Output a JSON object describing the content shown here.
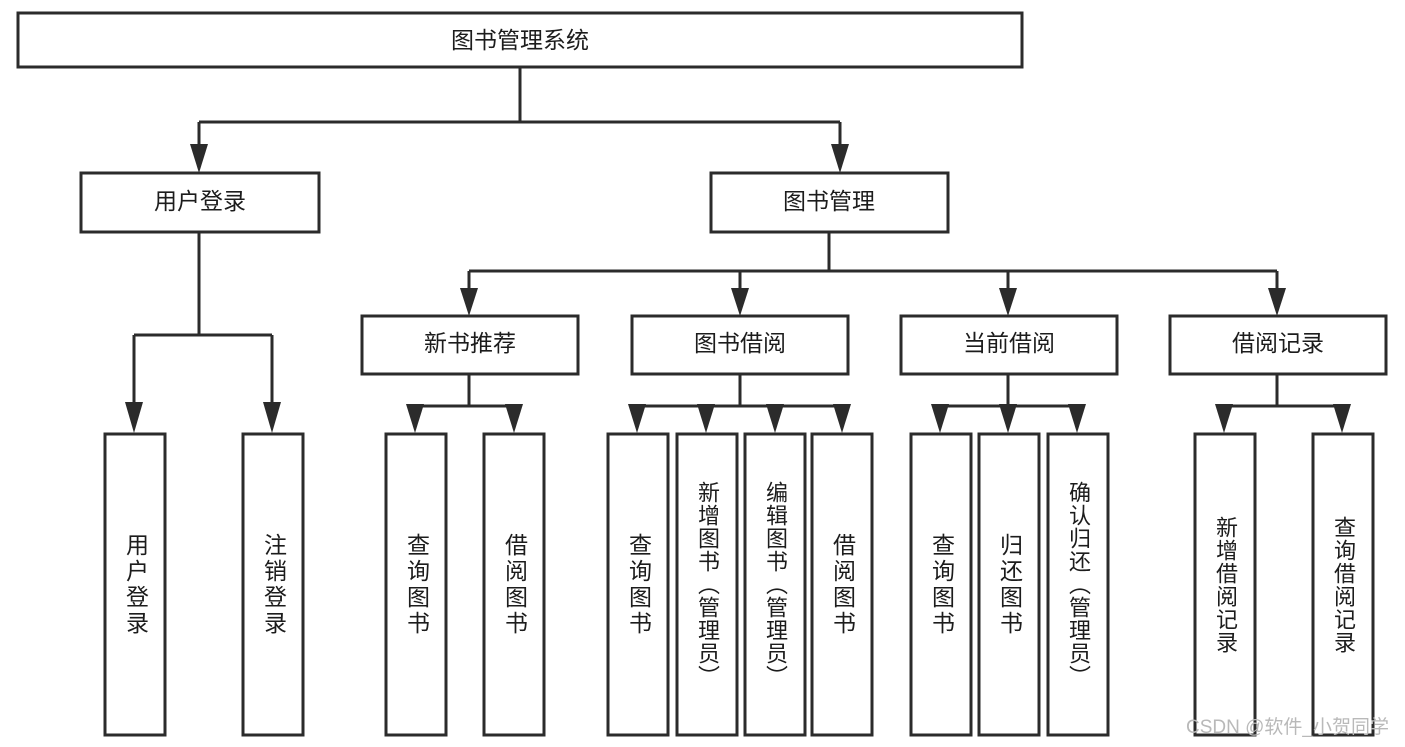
{
  "diagram": {
    "type": "tree",
    "title": "图书管理系统",
    "watermark": "CSDN @软件_小贺同学",
    "colors": {
      "box_stroke": "#2b2b2b",
      "box_fill": "#ffffff",
      "text": "#1c1c1c",
      "watermark": "#b9b9b9",
      "background": "#ffffff"
    },
    "root": {
      "label": "图书管理系统"
    },
    "level2": [
      {
        "label": "用户登录"
      },
      {
        "label": "图书管理"
      }
    ],
    "level3": [
      {
        "label": "新书推荐"
      },
      {
        "label": "图书借阅"
      },
      {
        "label": "当前借阅"
      },
      {
        "label": "借阅记录"
      }
    ],
    "leaves": {
      "user_login": [
        {
          "label": "用户登录"
        },
        {
          "label": "注销登录"
        }
      ],
      "new_book_recommend": [
        {
          "label": "查询图书"
        },
        {
          "label": "借阅图书"
        }
      ],
      "book_borrow": [
        {
          "label": "查询图书"
        },
        {
          "label": "新增图书（管理员）"
        },
        {
          "label": "编辑图书（管理员）"
        },
        {
          "label": "借阅图书"
        }
      ],
      "current_borrow": [
        {
          "label": "查询图书"
        },
        {
          "label": "归还图书"
        },
        {
          "label": "确认归还（管理员）"
        }
      ],
      "borrow_record": [
        {
          "label": "新增借阅记录"
        },
        {
          "label": "查询借阅记录"
        }
      ]
    }
  }
}
